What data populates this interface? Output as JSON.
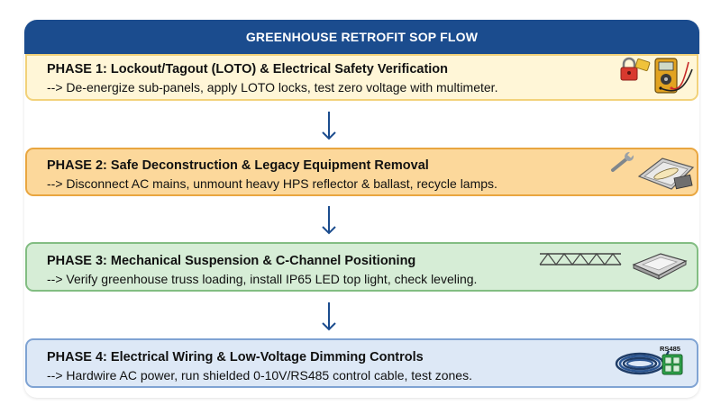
{
  "header": {
    "title": "GREENHOUSE RETROFIT SOP FLOW"
  },
  "phases": [
    {
      "title": "PHASE 1: Lockout/Tagout (LOTO) & Electrical Safety Verification",
      "description": "--> De-energize sub-panels, apply LOTO locks, test zero voltage with multimeter."
    },
    {
      "title": "PHASE 2: Safe Deconstruction & Legacy Equipment Removal",
      "description": "--> Disconnect AC mains, unmount heavy HPS reflector & ballast, recycle lamps."
    },
    {
      "title": "PHASE 3: Mechanical Suspension & C-Channel Positioning",
      "description": "--> Verify greenhouse truss loading, install IP65 LED top light, check leveling."
    },
    {
      "title": "PHASE 4: Electrical Wiring & Low-Voltage Dimming Controls",
      "description": "--> Hardwire AC power, run shielded 0-10V/RS485 control cable, test zones."
    }
  ],
  "icons": {
    "phase1": [
      "padlock-tag-icon",
      "multimeter-icon"
    ],
    "phase2": [
      "wrench-icon",
      "hps-reflector-icon"
    ],
    "phase3": [
      "truss-icon",
      "led-top-light-icon"
    ],
    "phase4": [
      "cable-coil-icon",
      "rs485-terminal-icon"
    ],
    "rs485_label": "RS485"
  },
  "colors": {
    "header": "#1b4c8e",
    "phase1_fill": "#fff6d7",
    "phase2_fill": "#fcd89b",
    "phase3_fill": "#d6edd6",
    "phase4_fill": "#dde8f6",
    "arrow": "#1b4c8e"
  }
}
